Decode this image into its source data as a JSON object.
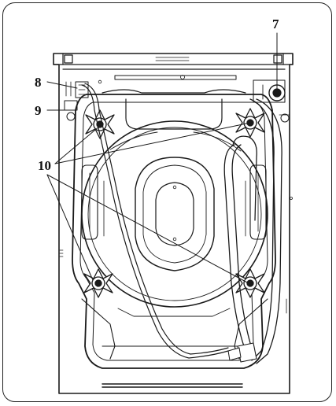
{
  "callouts": {
    "c7": "7",
    "c8": "8",
    "c9": "9",
    "c10": "10"
  },
  "colors": {
    "line": "#1a1a1a",
    "fill": "#ffffff"
  }
}
